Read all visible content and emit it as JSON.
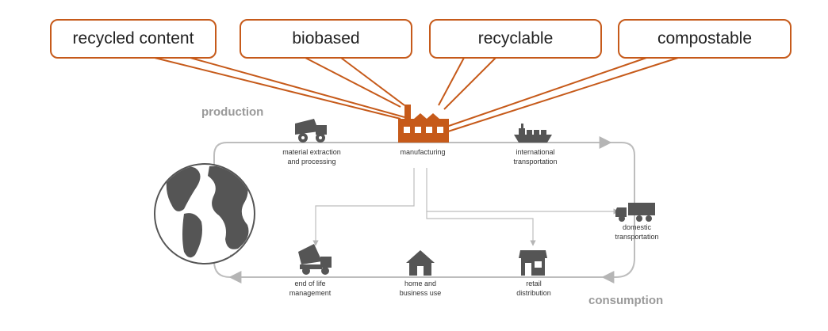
{
  "callouts": {
    "recycled": "recycled content",
    "biobased": "biobased",
    "recyclable": "recyclable",
    "compostable": "compostable"
  },
  "sections": {
    "production": "production",
    "consumption": "consumption"
  },
  "nodes": {
    "extraction": "material extraction\nand processing",
    "manufacturing": "manufacturing",
    "international": "international\ntransportation",
    "domestic": "domestic\ntransportation",
    "retail": "retail\ndistribution",
    "home": "home and\nbusiness use",
    "end_of_life": "end of life\nmanagement"
  },
  "colors": {
    "accent": "#c65a1a",
    "icon": "#555555",
    "flow": "#bdbdbd"
  }
}
